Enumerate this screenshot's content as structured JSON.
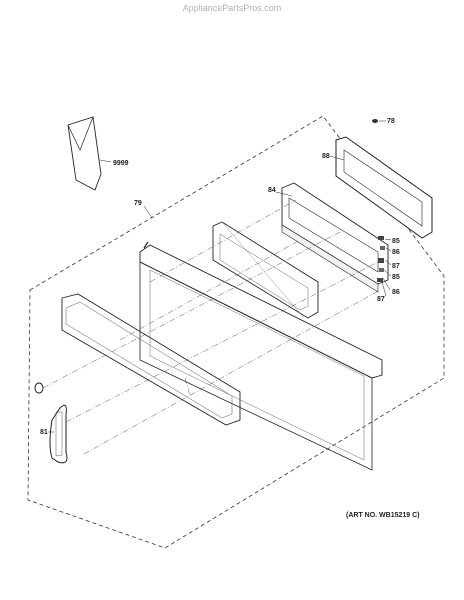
{
  "watermark": "AppliancePartsPros.com",
  "art_number": "(ART NO. WB15219 C)",
  "callouts": [
    {
      "id": "78",
      "text": "78"
    },
    {
      "id": "88",
      "text": "88"
    },
    {
      "id": "84",
      "text": "84"
    },
    {
      "id": "85a",
      "text": "85"
    },
    {
      "id": "86a",
      "text": "86"
    },
    {
      "id": "87a",
      "text": "87"
    },
    {
      "id": "85b",
      "text": "85"
    },
    {
      "id": "87b",
      "text": "87"
    },
    {
      "id": "86b",
      "text": "86"
    },
    {
      "id": "79",
      "text": "79"
    },
    {
      "id": "9999",
      "text": "9999"
    },
    {
      "id": "81",
      "text": "81"
    }
  ]
}
